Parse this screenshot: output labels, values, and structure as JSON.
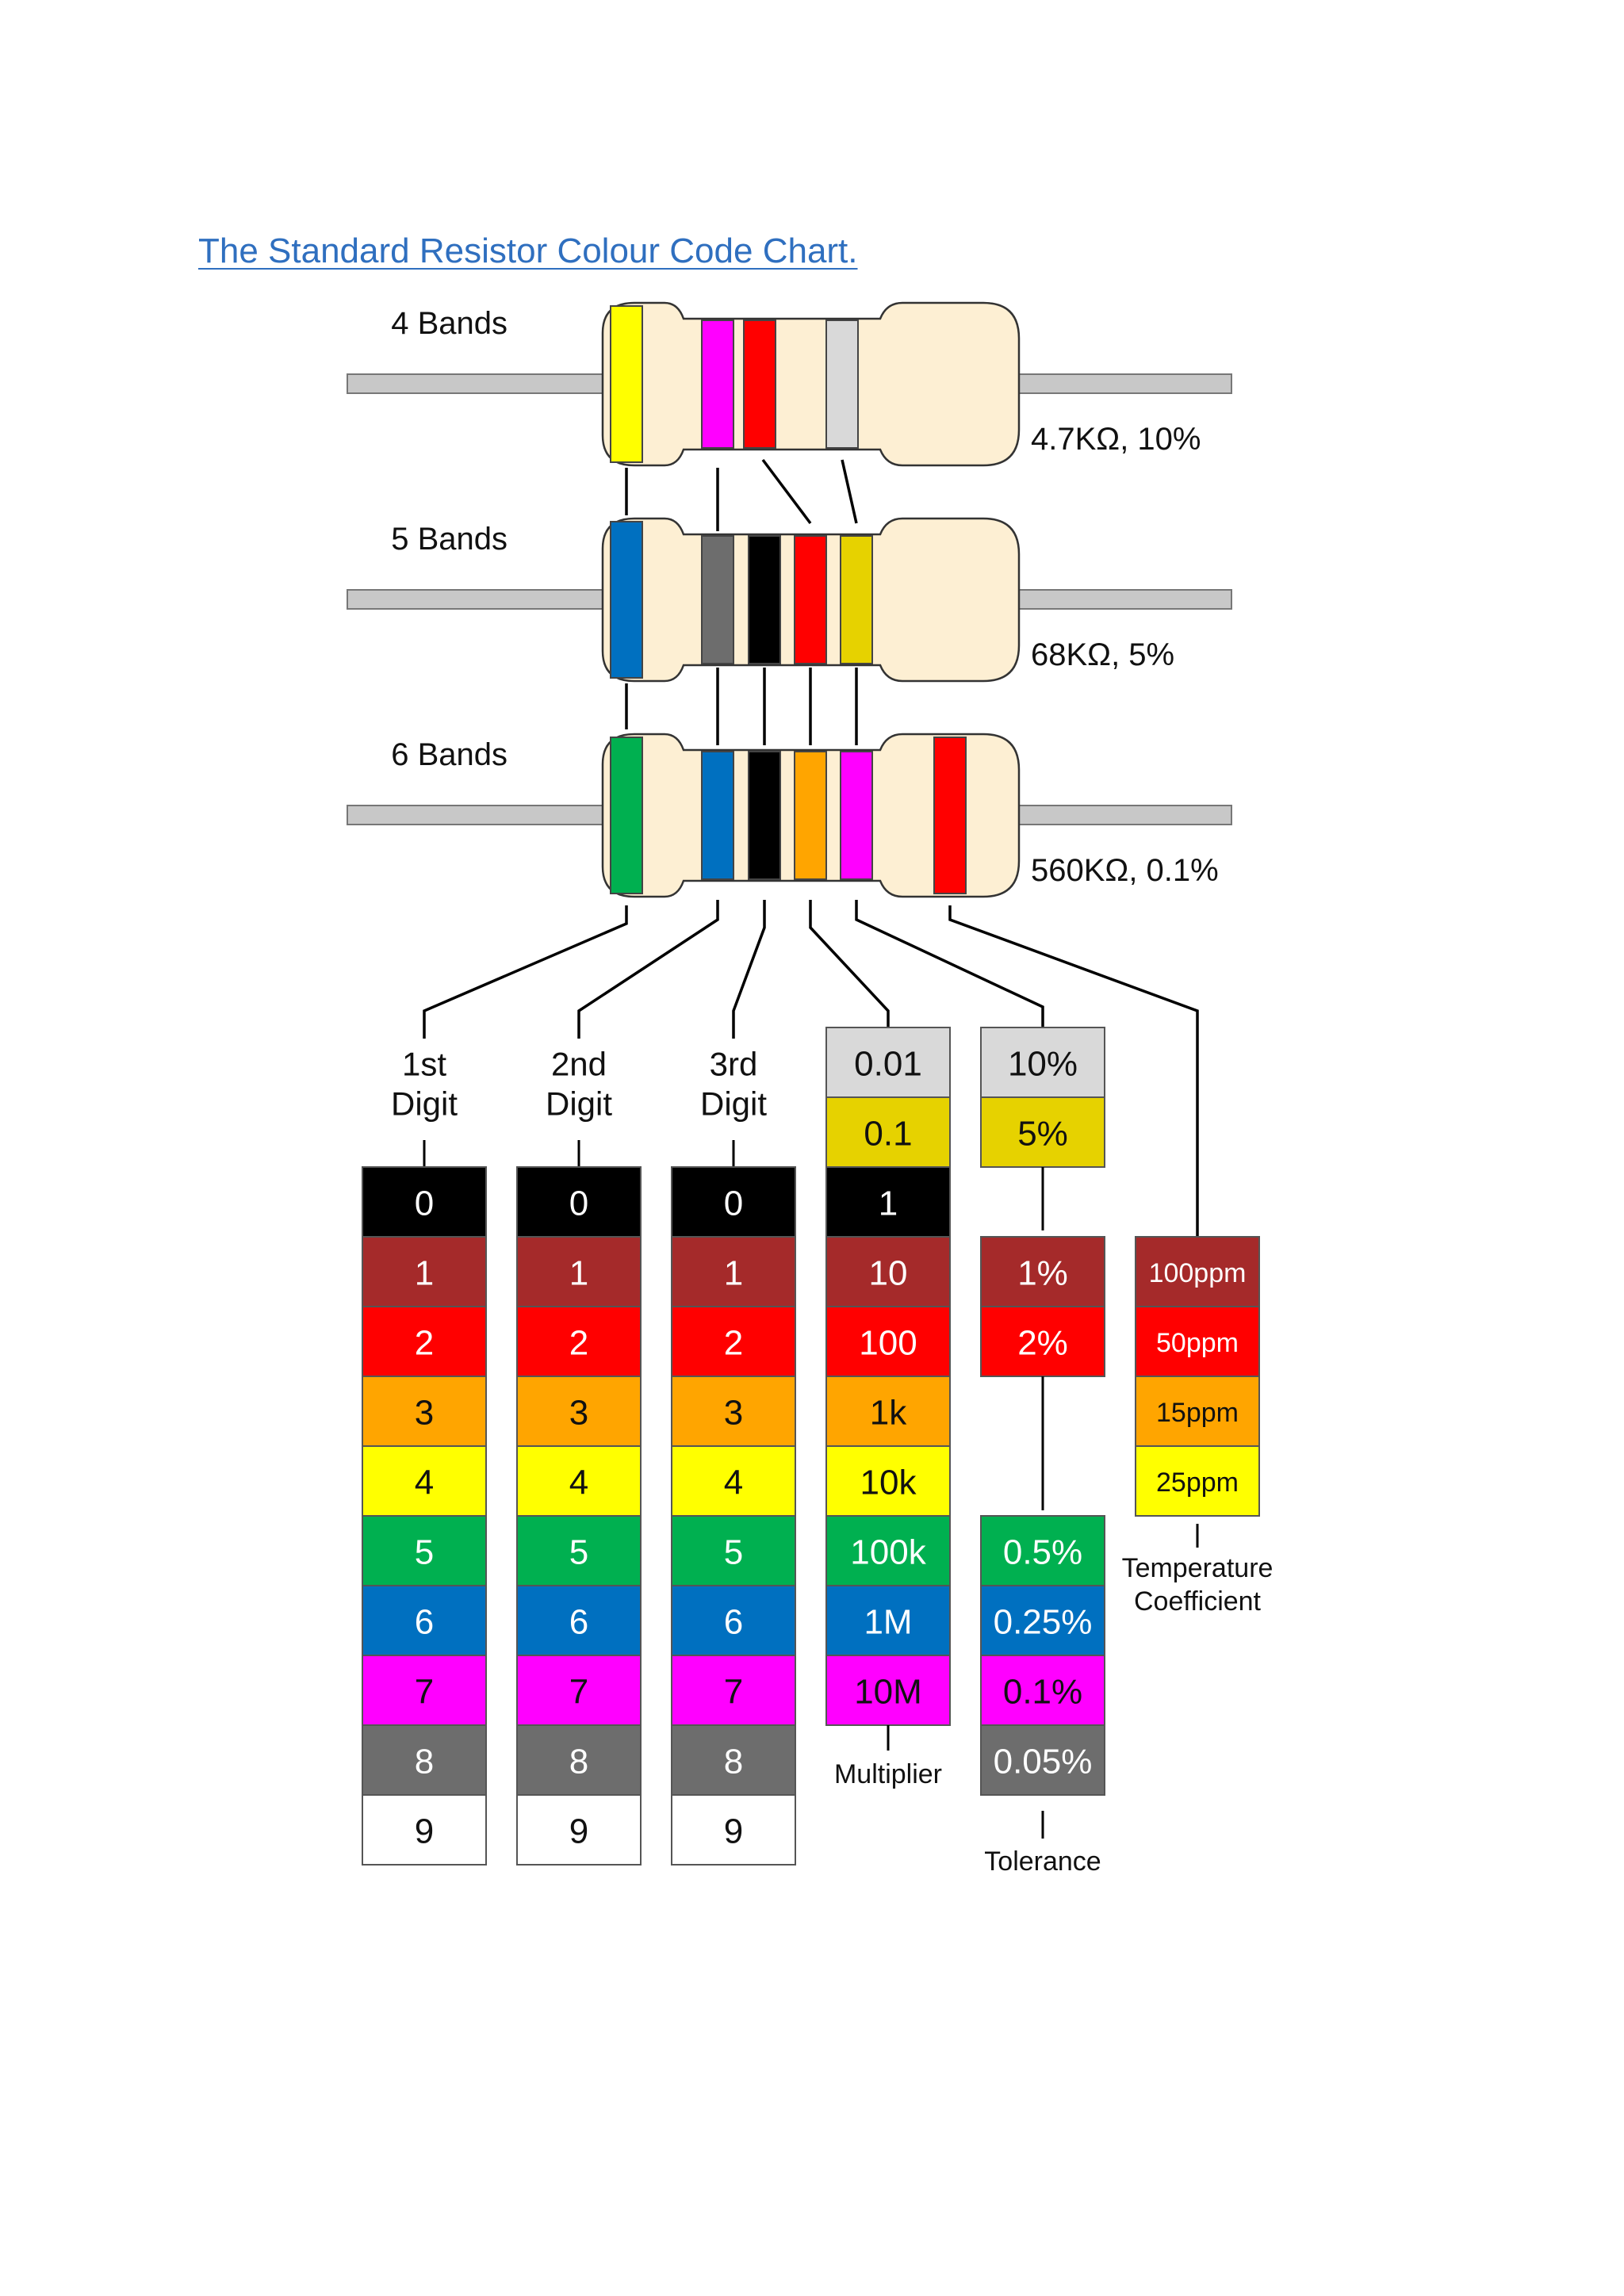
{
  "title": "The Standard Resistor Colour Code Chart.",
  "colors": {
    "black": "#000000",
    "brown": "#a52a2a",
    "red": "#ff0000",
    "orange": "#ffa500",
    "yellow": "#ffff00",
    "green": "#00b050",
    "blue": "#0070c0",
    "violet": "#ff00ff",
    "grey": "#6d6d6d",
    "white": "#ffffff",
    "gold": "#e6d200",
    "silver": "#d9d9d9",
    "body": "#fdefd3",
    "lead": "#c8c8c8"
  },
  "resistors": [
    {
      "name": "4 Bands",
      "value": "4.7KΩ, 10%",
      "bands": [
        "yellow",
        "violet",
        "red",
        "silver"
      ]
    },
    {
      "name": "5 Bands",
      "value": "68KΩ, 5%",
      "bands": [
        "blue",
        "grey",
        "black",
        "red",
        "gold"
      ]
    },
    {
      "name": "6 Bands",
      "value": "560KΩ, 0.1%",
      "bands": [
        "green",
        "blue",
        "black",
        "orange",
        "violet",
        "red"
      ]
    }
  ],
  "columns": [
    {
      "header": [
        "1st",
        "Digit"
      ],
      "cells": [
        {
          "label": "0",
          "color": "black"
        },
        {
          "label": "1",
          "color": "brown"
        },
        {
          "label": "2",
          "color": "red"
        },
        {
          "label": "3",
          "color": "orange"
        },
        {
          "label": "4",
          "color": "yellow"
        },
        {
          "label": "5",
          "color": "green"
        },
        {
          "label": "6",
          "color": "blue"
        },
        {
          "label": "7",
          "color": "violet"
        },
        {
          "label": "8",
          "color": "grey"
        },
        {
          "label": "9",
          "color": "white"
        }
      ]
    },
    {
      "header": [
        "2nd",
        "Digit"
      ],
      "cells": [
        {
          "label": "0",
          "color": "black"
        },
        {
          "label": "1",
          "color": "brown"
        },
        {
          "label": "2",
          "color": "red"
        },
        {
          "label": "3",
          "color": "orange"
        },
        {
          "label": "4",
          "color": "yellow"
        },
        {
          "label": "5",
          "color": "green"
        },
        {
          "label": "6",
          "color": "blue"
        },
        {
          "label": "7",
          "color": "violet"
        },
        {
          "label": "8",
          "color": "grey"
        },
        {
          "label": "9",
          "color": "white"
        }
      ]
    },
    {
      "header": [
        "3rd",
        "Digit"
      ],
      "cells": [
        {
          "label": "0",
          "color": "black"
        },
        {
          "label": "1",
          "color": "brown"
        },
        {
          "label": "2",
          "color": "red"
        },
        {
          "label": "3",
          "color": "orange"
        },
        {
          "label": "4",
          "color": "yellow"
        },
        {
          "label": "5",
          "color": "green"
        },
        {
          "label": "6",
          "color": "blue"
        },
        {
          "label": "7",
          "color": "violet"
        },
        {
          "label": "8",
          "color": "grey"
        },
        {
          "label": "9",
          "color": "white"
        }
      ]
    },
    {
      "footer": [
        "Multiplier"
      ],
      "cells": [
        {
          "label": "0.01",
          "color": "silver"
        },
        {
          "label": "0.1",
          "color": "gold"
        },
        {
          "label": "1",
          "color": "black"
        },
        {
          "label": "10",
          "color": "brown"
        },
        {
          "label": "100",
          "color": "red"
        },
        {
          "label": "1k",
          "color": "orange"
        },
        {
          "label": "10k",
          "color": "yellow"
        },
        {
          "label": "100k",
          "color": "green"
        },
        {
          "label": "1M",
          "color": "blue"
        },
        {
          "label": "10M",
          "color": "violet"
        }
      ]
    },
    {
      "footer": [
        "Tolerance"
      ],
      "groups": [
        [
          {
            "label": "10%",
            "color": "silver"
          },
          {
            "label": "5%",
            "color": "gold"
          }
        ],
        [
          {
            "label": "1%",
            "color": "brown"
          },
          {
            "label": "2%",
            "color": "red"
          }
        ],
        [
          {
            "label": "0.5%",
            "color": "green"
          },
          {
            "label": "0.25%",
            "color": "blue"
          },
          {
            "label": "0.1%",
            "color": "violet"
          },
          {
            "label": "0.05%",
            "color": "grey"
          }
        ]
      ]
    },
    {
      "footer": [
        "Temperature",
        "Coefficient"
      ],
      "cells": [
        {
          "label": "100ppm",
          "color": "brown"
        },
        {
          "label": "50ppm",
          "color": "red"
        },
        {
          "label": "15ppm",
          "color": "orange"
        },
        {
          "label": "25ppm",
          "color": "yellow"
        }
      ]
    }
  ]
}
